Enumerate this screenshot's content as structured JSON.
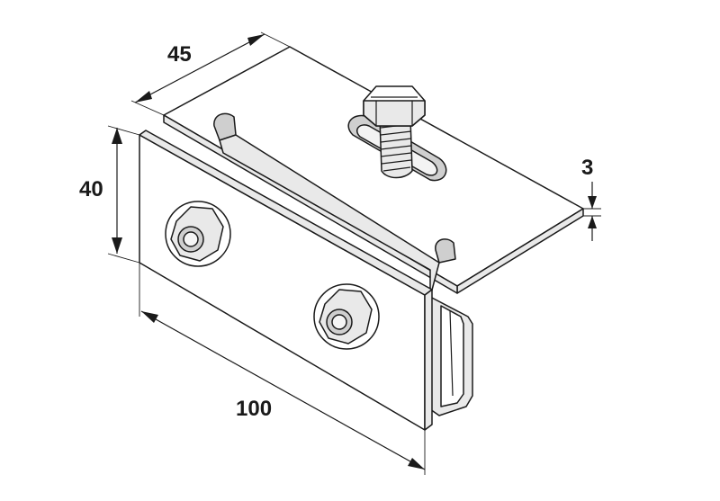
{
  "dimensions": {
    "width": "45",
    "height": "40",
    "thickness": "3",
    "length": "100"
  }
}
